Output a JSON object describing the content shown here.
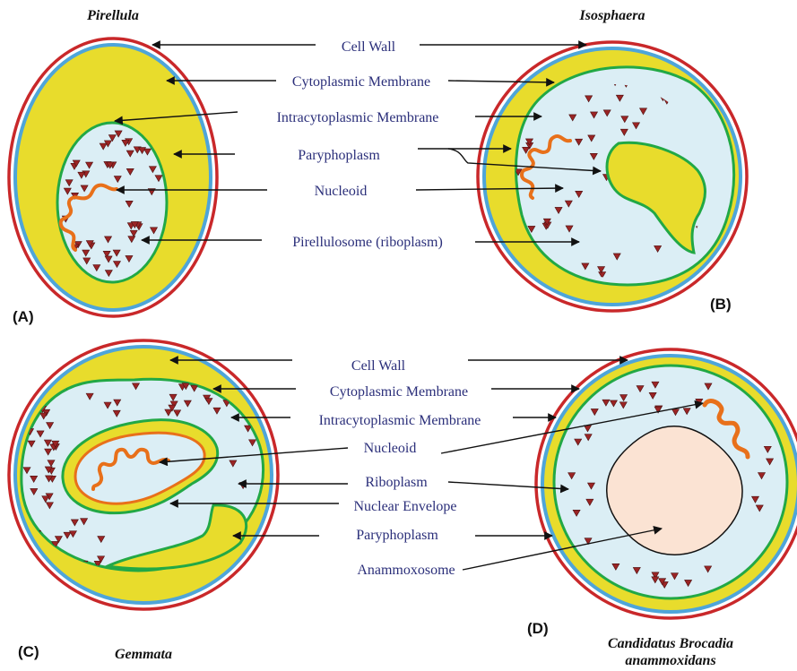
{
  "colors": {
    "cell_wall": "#c9282a",
    "cytoplasmic_membrane": "#4ea5d9",
    "paryphoplasm": "#e8dc2c",
    "intracytoplasmic_membrane": "#22a845",
    "riboplasm": "#dbeef5",
    "nucleoid": "#e8701a",
    "ribosome": "#9a2424",
    "anammoxosome": "#fbe3d3",
    "label_text": "#2b2f7a"
  },
  "panels": {
    "a": {
      "letter": "(A)",
      "organism": "Pirellula"
    },
    "b": {
      "letter": "(B)",
      "organism": "Isosphaera"
    },
    "c": {
      "letter": "(C)",
      "organism": "Gemmata"
    },
    "d": {
      "letter": "(D)",
      "organism_line1": "Candidatus Brocadia",
      "organism_line2": "anammoxidans"
    }
  },
  "labels_top": {
    "cell_wall": "Cell Wall",
    "cytoplasmic_membrane": "Cytoplasmic Membrane",
    "intracytoplasmic_membrane": "Intracytoplasmic Membrane",
    "paryphoplasm": "Paryphoplasm",
    "nucleoid": "Nucleoid",
    "pirellulosome": "Pirellulosome (riboplasm)"
  },
  "labels_bottom": {
    "cell_wall": "Cell Wall",
    "cytoplasmic_membrane": "Cytoplasmic Membrane",
    "intracytoplasmic_membrane": "Intracytoplasmic Membrane",
    "nucleoid": "Nucleoid",
    "riboplasm": "Riboplasm",
    "nuclear_envelope": "Nuclear Envelope",
    "paryphoplasm": "Paryphoplasm",
    "anammoxosome": "Anammoxosome"
  }
}
